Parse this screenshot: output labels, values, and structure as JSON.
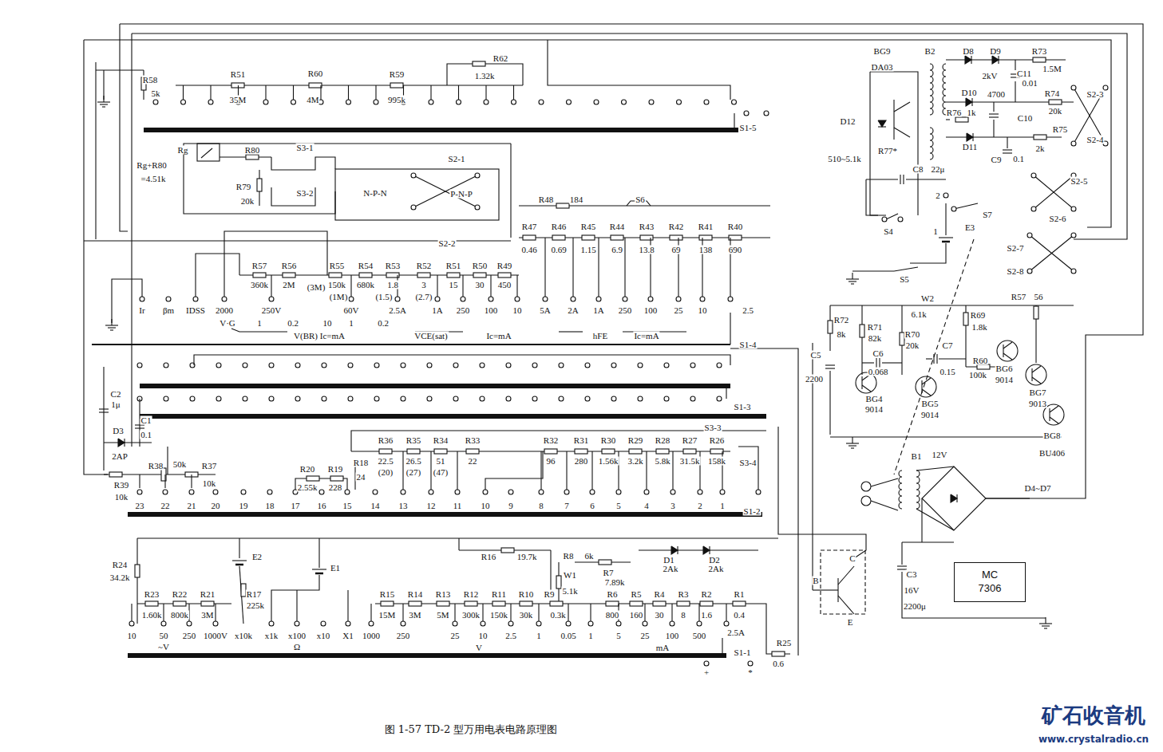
{
  "diagram": {
    "caption": "图 1-57 TD-2 型万用电表电路原理图",
    "nodes": [
      {
        "text": [
          "MC 7306"
        ]
      }
    ],
    "labels": [
      "R58",
      "5k",
      "R51",
      "35M",
      "R60",
      "4M",
      "R59",
      "995k",
      "R62",
      "1.32k",
      "S1-5",
      "Rg",
      "Rg+R80",
      "=4.51k",
      "R80",
      "S3-1",
      "R79",
      "20k",
      "S3-2",
      "N-P-N",
      "P-N-P",
      "S2-1",
      "R48",
      "184",
      "S6",
      "S2-2",
      "R47",
      "0.46",
      "R46",
      "0.69",
      "R45",
      "1.15",
      "R44",
      "6.9",
      "R43",
      "13.8",
      "R42",
      "69",
      "R41",
      "138",
      "R40",
      "690",
      "R57",
      "360k",
      "R56",
      "2M",
      "(3M)",
      "R55",
      "150k",
      "R54",
      "680k",
      "(1M)",
      "R53",
      "1.8",
      "(1.5)",
      "R52",
      "3",
      "(2.7)",
      "R51",
      "15",
      "R50",
      "30",
      "R49",
      "450",
      "Ir",
      "βm",
      "IDSS",
      "2000",
      "250V",
      "60V",
      "2.5A",
      "1A",
      "250",
      "100",
      "10",
      "5A",
      "2A",
      "1A",
      "250",
      "100",
      "25",
      "10",
      "2.5",
      "V·G",
      "1",
      "0.2",
      "10",
      "1",
      "0.2",
      "V(BR) Ic=mA",
      "VCE(sat)",
      "Ic=mA",
      "hFE",
      "Ic=mA",
      "S1-4",
      "S1-3",
      "C2",
      "1μ",
      "C1",
      "0.1",
      "D3",
      "2AP",
      "R39",
      "10k",
      "R38",
      "50k",
      "R37",
      "10k",
      "R20",
      "2.55k",
      "R19",
      "228",
      "R18",
      "24",
      "R36",
      "22.5",
      "(20)",
      "R35",
      "26.5",
      "(27)",
      "R34",
      "51",
      "(47)",
      "R33",
      "22",
      "R32",
      "96",
      "R31",
      "280",
      "R30",
      "1.56k",
      "R29",
      "3.2k",
      "R28",
      "5.8k",
      "R27",
      "31.5k",
      "R26",
      "158k",
      "S3-3",
      "S3-4",
      "23",
      "22",
      "21",
      "20",
      "19",
      "18",
      "17",
      "16",
      "15",
      "14",
      "13",
      "12",
      "11",
      "10",
      "9",
      "8",
      "7",
      "6",
      "5",
      "4",
      "3",
      "2",
      "1",
      "S1-2",
      "R24",
      "34.2k",
      "R23",
      "1.60k",
      "R22",
      "800k",
      "R21",
      "3M",
      "10",
      "50",
      "250",
      "1000V",
      "~V",
      "E2",
      "R17",
      "225k",
      "E1",
      "x10k",
      "x1k",
      "x100",
      "x10",
      "X1",
      "Ω",
      "R16",
      "19.7k",
      "R8",
      "6k",
      "W1",
      "5.1k",
      "R7",
      "7.89k",
      "D1",
      "2Ak",
      "D2",
      "2Ak",
      "R15",
      "15M",
      "R14",
      "3M",
      "R13",
      "5M",
      "R12",
      "300k",
      "R11",
      "150k",
      "R10",
      "30k",
      "R9",
      "0.3k",
      "R6",
      "800",
      "R5",
      "160",
      "R4",
      "30",
      "R3",
      "8",
      "R2",
      "1.6",
      "R1",
      "0.4",
      "1000",
      "250",
      "25",
      "10",
      "2.5",
      "1",
      "0.05",
      "1",
      "5",
      "25",
      "100",
      "500",
      "2.5A",
      "V",
      "mA",
      "S1-1",
      "+",
      "*",
      "R25",
      "0.6",
      "BG9",
      "DA03",
      "B2",
      "D8",
      "D9",
      "R73",
      "1.5M",
      "2kV",
      "C11",
      "0.01",
      "D10",
      "4700",
      "R74",
      "20k",
      "S2-3",
      "R76",
      "1k",
      "C10",
      "R75",
      "S2-4",
      "D12",
      "R77*",
      "510~5.1k",
      "C8",
      "22μ",
      "D11",
      "C9",
      "0.1",
      "2k",
      "S2-5",
      "S2-6",
      "2",
      "S7",
      "1",
      "E3",
      "S4",
      "S2-7",
      "S2-8",
      "S5",
      "W2",
      "R57",
      "56",
      "R72",
      "8k",
      "R71",
      "82k",
      "6.1k",
      "R70",
      "20k",
      "R69",
      "1.8k",
      "C6",
      "0.068",
      "C7",
      "0.15",
      "R60",
      "100k",
      "C5",
      "2200",
      "BG4",
      "9014",
      "BG5",
      "9014",
      "BG6",
      "9014",
      "BG7",
      "9013",
      "BG8",
      "BU406",
      "B1",
      "12V",
      "D4~D7",
      "C3",
      "16V",
      "2200μ",
      "C",
      "B",
      "E",
      "矿石收音机",
      "www.crystalradio.cn"
    ]
  }
}
